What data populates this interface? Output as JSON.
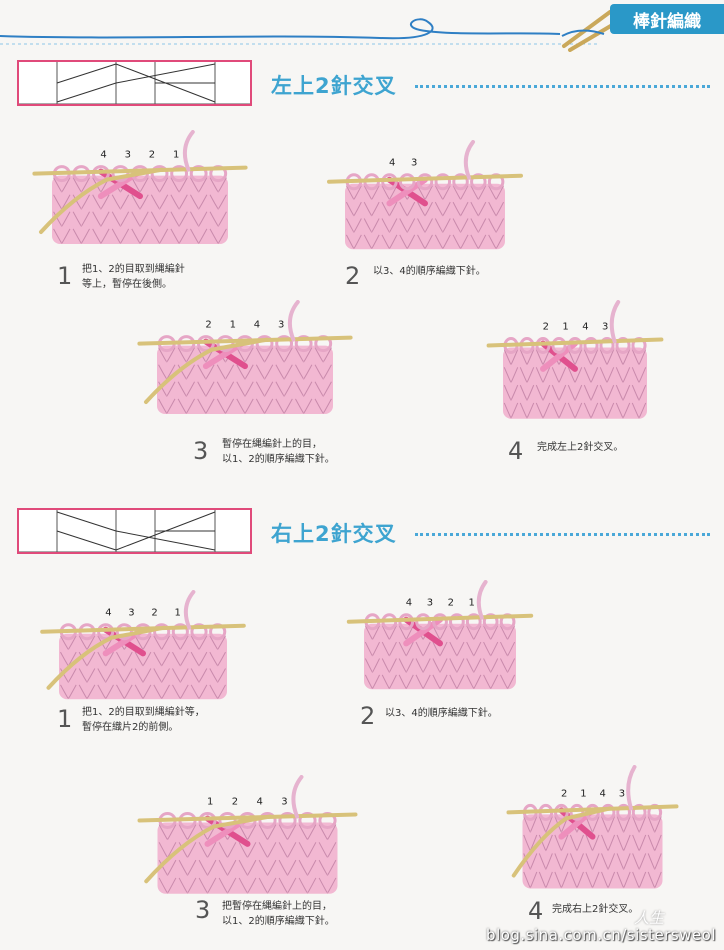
{
  "header": {
    "section_tab": "棒針編織"
  },
  "sections": [
    {
      "title": "左上2針交叉",
      "steps": [
        {
          "num": "1",
          "text_lines": [
            "把1、2的目取到縄編針",
            "等上，暫停在後側。"
          ],
          "labels": [
            "4",
            "3",
            "2",
            "1"
          ]
        },
        {
          "num": "2",
          "text_lines": [
            "以3、4的順序編織下針。"
          ],
          "labels": [
            "4",
            "3"
          ]
        },
        {
          "num": "3",
          "text_lines": [
            "暫停在縄編針上的目，",
            "以1、2的順序編織下針。"
          ],
          "labels": [
            "2",
            "1",
            "4",
            "3"
          ]
        },
        {
          "num": "4",
          "text_lines": [
            "完成左上2針交叉。"
          ],
          "labels": [
            "2",
            "1",
            "4",
            "3"
          ]
        }
      ]
    },
    {
      "title": "右上2針交叉",
      "steps": [
        {
          "num": "1",
          "text_lines": [
            "把1、2的目取到縄編針等，",
            "暫停在織片2的前側。"
          ],
          "labels": [
            "4",
            "3",
            "2",
            "1"
          ]
        },
        {
          "num": "2",
          "text_lines": [
            "以3、4的順序編織下針。"
          ],
          "labels": [
            "4",
            "3",
            "2",
            "1"
          ]
        },
        {
          "num": "3",
          "text_lines": [
            "把暫停在縄編針上的目，",
            "以1、2的順序編織下針。"
          ],
          "labels": [
            "1",
            "2",
            "4",
            "3"
          ]
        },
        {
          "num": "4",
          "text_lines": [
            "完成右上2針交叉。"
          ],
          "labels": [
            "2",
            "1",
            "4",
            "3"
          ]
        }
      ]
    }
  ],
  "watermark": {
    "url": "blog.sina.com.cn/sistersweol",
    "cursive": "人生"
  },
  "colors": {
    "accent_blue": "#3ea4d0",
    "chart_border": "#e04a7a",
    "yarn_pink": "#f2b8d2",
    "yarn_deep": "#e0508e",
    "needle": "#d8c27a"
  }
}
